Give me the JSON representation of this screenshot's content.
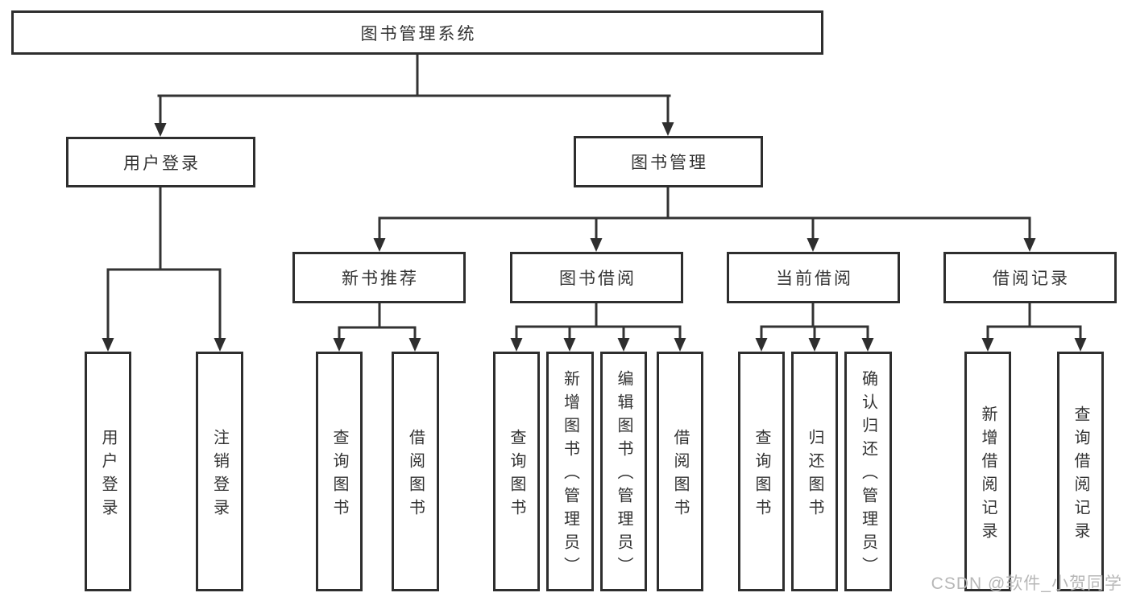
{
  "diagram": {
    "root": {
      "label": "图书管理系统",
      "children": [
        {
          "label": "用户登录",
          "children": [
            {
              "label": "用户登录"
            },
            {
              "label": "注销登录"
            }
          ]
        },
        {
          "label": "图书管理",
          "children": [
            {
              "label": "新书推荐",
              "children": [
                {
                  "label": "查询图书"
                },
                {
                  "label": "借阅图书"
                }
              ]
            },
            {
              "label": "图书借阅",
              "children": [
                {
                  "label": "查询图书"
                },
                {
                  "label": "新增图书（管理员）"
                },
                {
                  "label": "编辑图书（管理员）"
                },
                {
                  "label": "借阅图书"
                }
              ]
            },
            {
              "label": "当前借阅",
              "children": [
                {
                  "label": "查询图书"
                },
                {
                  "label": "归还图书"
                },
                {
                  "label": "确认归还（管理员）"
                }
              ]
            },
            {
              "label": "借阅记录",
              "children": [
                {
                  "label": "新增借阅记录"
                },
                {
                  "label": "查询借阅记录"
                }
              ]
            }
          ]
        }
      ]
    }
  },
  "watermark": {
    "text": "CSDN @软件_小贺同学"
  },
  "colors": {
    "line": "#333333",
    "box_border": "#2e2e2e",
    "text": "#333333",
    "watermark": "#b7b7b7",
    "background": "#ffffff"
  }
}
